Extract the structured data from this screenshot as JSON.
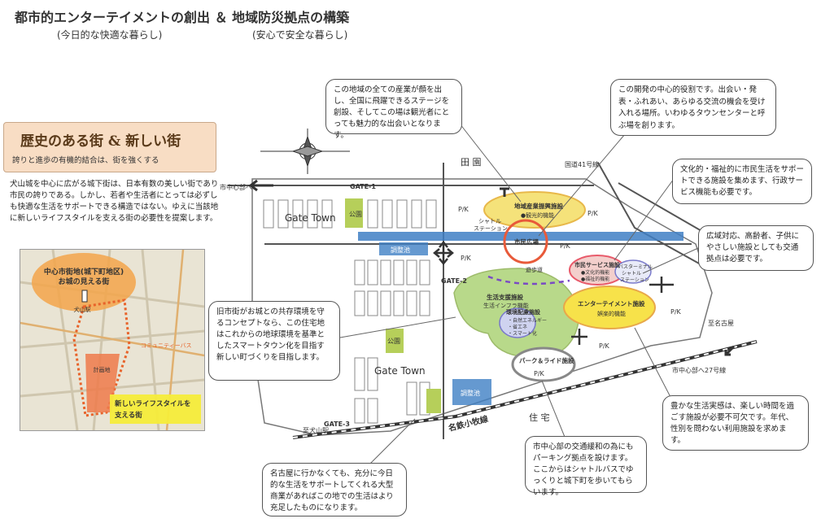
{
  "header": {
    "title": "都市的エンターテイメントの創出 ＆ 地域防災拠点の構築",
    "sub_left": "(今日的な快適な暮らし)",
    "sub_right": "(安心で安全な暮らし)"
  },
  "history": {
    "title": "歴史のある街 & 新しい街",
    "subtitle": "誇りと進歩の有機的結合は、街を強くする",
    "text": "犬山城を中心に広がる城下街は、日本有数の美しい街であり市民の誇りである。しかし、若者や生活者にとっては必ずしも快適な生活をサポートできる構造ではない。ゆえに当該地に新しいライフスタイルを支える街の必要性を提案します。"
  },
  "inset_map": {
    "zone_label_1": "中心市街地(城下町地区)",
    "zone_label_2": "お城の見える街",
    "station": "犬山駅",
    "route": "コミュニティーバス",
    "site": "計画地",
    "new_label_1": "新しいライフスタイルを",
    "new_label_2": "支える街"
  },
  "callouts": {
    "industry": "この地域の全ての産業が顔を出し、全国に飛躍できるステージを創設、そしてこの場は観光者にとっても魅力的な出会いとなります。",
    "center": "この開発の中心的役割です。出会い・発表・ふれあい、あらゆる交流の機会を受け入れる場所。いわゆるタウンセンターと呼ぶ場を創ります。",
    "welfare": "文化的・福祉的に市民生活をサポートできる施設を集めます、行政サービス機能も必要です。",
    "disaster": "広域対応、高齢者、子供にやさしい施設としても交通拠点は必要です。",
    "oldtown": "旧市街がお城との共存環境を守るコンセプトなら、この住宅地はこれからの地球環境を基準としたスマートタウン化を目指す新しい町づくりを目指します。",
    "entertainment": "豊かな生活実感は、楽しい時間を過ごす施設が必要不可欠です。年代、性別を問わない利用施設を求めます。",
    "parking": "市中心部の交通緩和の為にもパーキング拠点を設けます。ここからはシャトルバスでゆっくりと城下町を歩いてもらいます。",
    "commerce": "名古屋に行かなくても、充分に今日的な生活をサポートしてくれる大型商業があればこの地での生活はより充足したものになります。"
  },
  "map": {
    "field": "田 園",
    "residential": "住 宅",
    "national_road": "国道41号線",
    "railway": "名鉄小牧線",
    "to_city_center": "市中心部へ",
    "to_nagoya": "至名古屋",
    "to_city_center_41": "市中心部へ27号線",
    "to_inuyama": "至犬山駅",
    "gate1": "GATE-1",
    "gate2": "GATE-2",
    "gate3": "GATE-3",
    "gate_town_1": "Gate Town",
    "gate_town_2": "Gate Town",
    "park": "公園",
    "pond": "調整池",
    "pk": "P/K",
    "local_industry_1": "地域産業振興施設",
    "local_industry_2": "●観光的機能",
    "shuttle": "シャトル",
    "shuttle_station": "ステーション",
    "city_plaza": "市民広場",
    "pedestrian": "遊歩道",
    "life_support_1": "生活支援施設",
    "life_support_2": "生活インフラ機能",
    "env_1": "環境配慮施設",
    "env_2": "・自然エネルギー",
    "env_3": "・省エネ",
    "env_4": "・スマート化",
    "civic_1": "市民サービス施設",
    "civic_2": "●文化的機能",
    "civic_3": "●福祉的機能",
    "bus_1": "バスターミナル",
    "bus_2": "シャトル",
    "bus_3": "ステーション",
    "ent_1": "エンターテイメント施設",
    "ent_2": "娯楽的機能",
    "park_ride": "パーク＆ライド施設"
  }
}
